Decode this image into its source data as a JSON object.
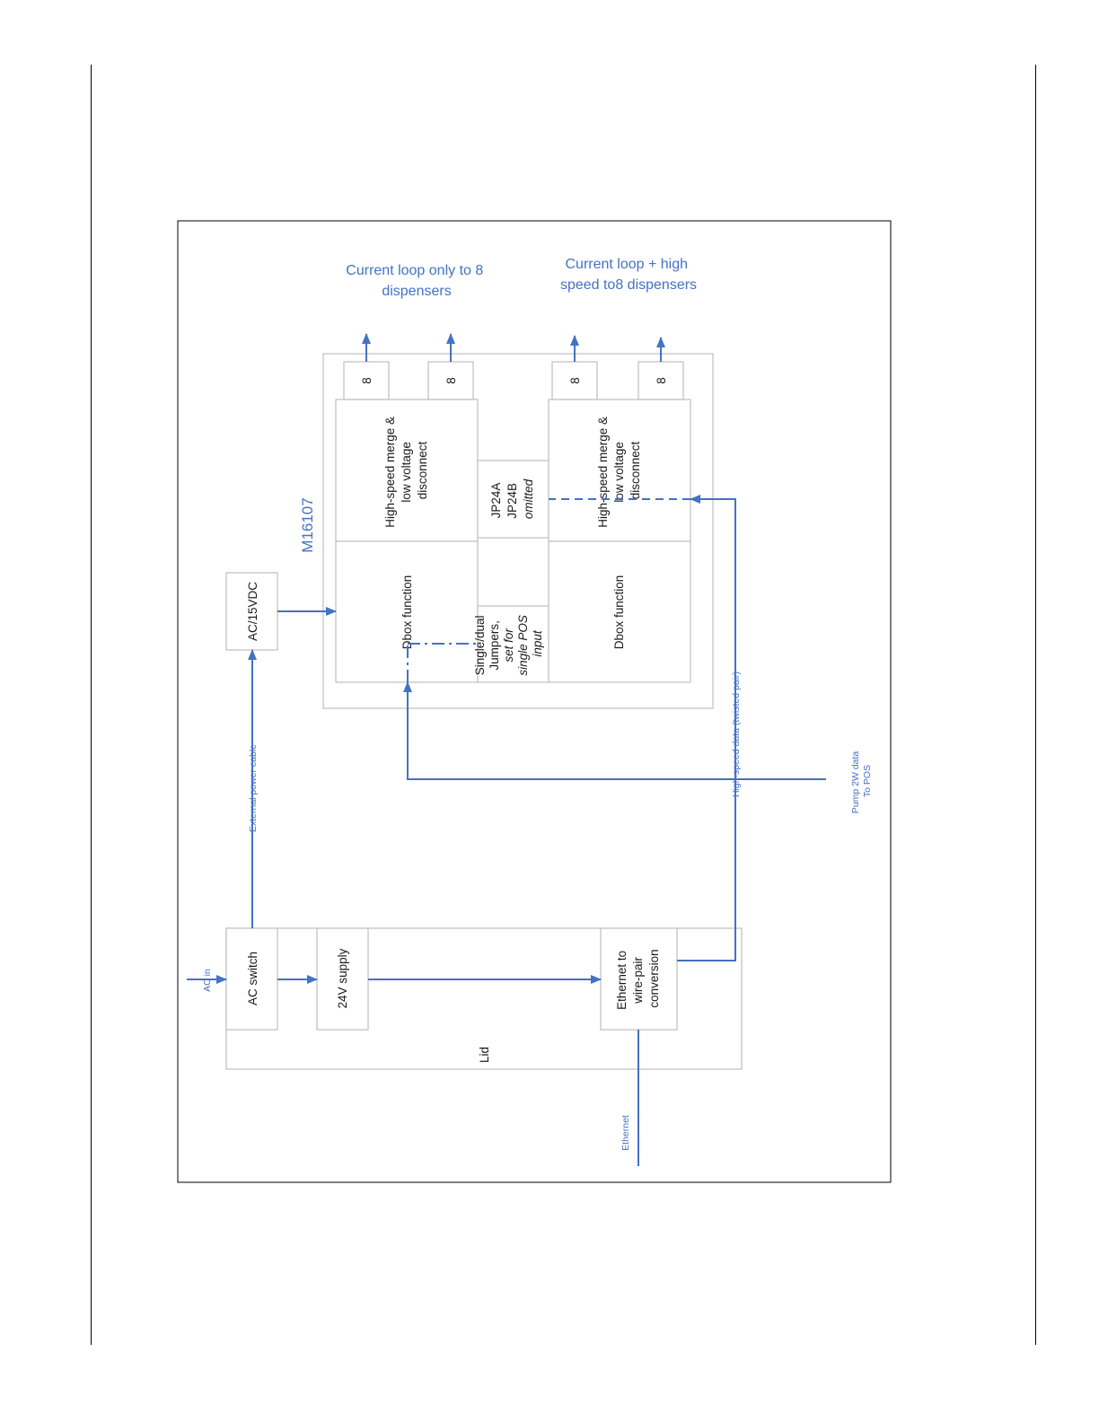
{
  "diagram": {
    "colors": {
      "accent": "#4472c4",
      "box_border": "#bfbfbf",
      "frame": "#000000",
      "text": "#1a1a1a"
    },
    "top_labels": {
      "left": [
        "Current loop only to 8",
        "dispensers"
      ],
      "right": [
        "Current loop + high",
        "speed to8  dispensers"
      ]
    },
    "board_label": "M16107",
    "connector_label": "8",
    "blocks": {
      "hs_merge_left": [
        "High-speed merge &",
        "low voltage",
        "disconnect"
      ],
      "hs_merge_right": [
        "High-speed merge &",
        "low voltage",
        "disconnect"
      ],
      "jp24": [
        "JP24A",
        "JP24B",
        "omitted"
      ],
      "dbox_left": "Dbox function",
      "dbox_right": "Dbox function",
      "single_dual": [
        "Single/dual",
        "Jumpers,",
        "set for",
        "single POS",
        "input"
      ],
      "acdc": "AC/15VDC",
      "ac_switch": "AC switch",
      "supply_24v": "24V supply",
      "ethernet_conv": [
        "Ethernet to",
        "wire-pair",
        "conversion"
      ],
      "lid": "Lid"
    },
    "wire_labels": {
      "ac_in": "AC in",
      "external_power": "External power cable",
      "high_speed_data": "High-speed data (twisted pair)",
      "pump": [
        "Pump 2W data",
        "To POS"
      ],
      "ethernet": "Ethernet"
    }
  }
}
